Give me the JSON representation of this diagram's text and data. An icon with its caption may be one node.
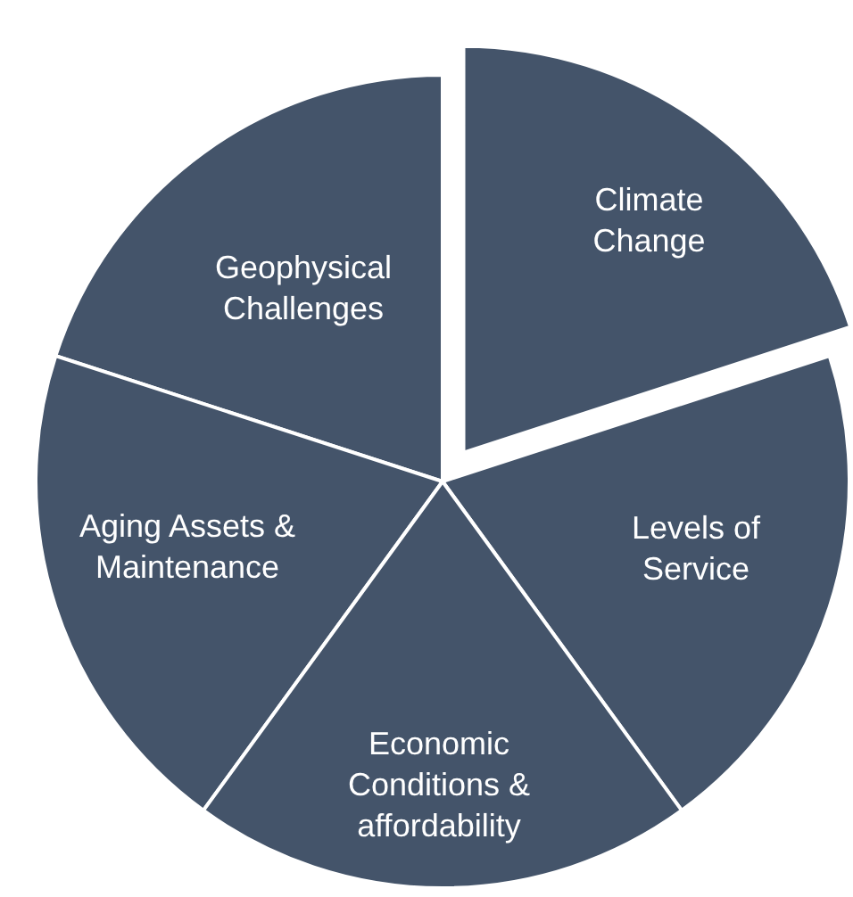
{
  "diagram": {
    "nodes": [
      {
        "text": [
          "Geophysical Challenges"
        ]
      },
      {
        "text": [
          "Climate Change"
        ]
      },
      {
        "text": [
          "Aging Assets & Maintenance"
        ]
      },
      {
        "text": [
          "Levels of Service"
        ]
      },
      {
        "text": [
          "Economic Conditions & affordability"
        ]
      }
    ]
  }
}
